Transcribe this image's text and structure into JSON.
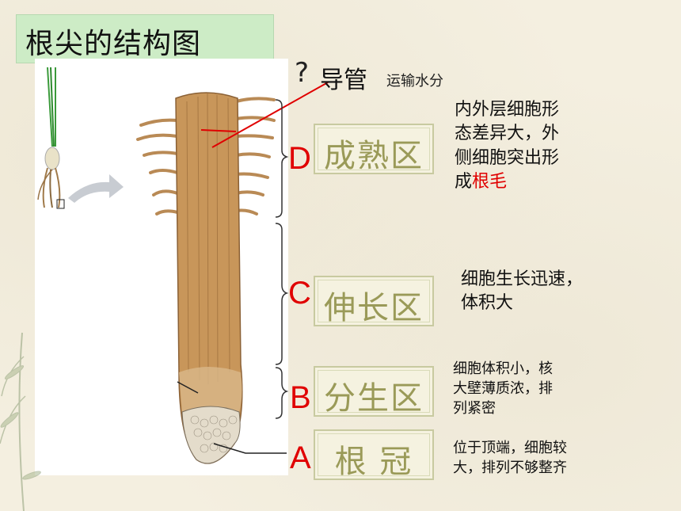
{
  "title": "根尖的结构图",
  "question_mark": "?",
  "vessel": {
    "label": "导管",
    "desc": "运输水分"
  },
  "zones": [
    {
      "letter": "D",
      "name": "成熟区",
      "desc_main": "内外层细胞形\n态差异大，外\n侧细胞突出形\n成",
      "desc_highlight": "根毛"
    },
    {
      "letter": "C",
      "name": "伸长区",
      "desc_main": "细胞生长迅速，\n体积大"
    },
    {
      "letter": "B",
      "name": "分生区",
      "desc_main": "细胞体积小，核\n大壁薄质浓，排\n列紧密"
    },
    {
      "letter": "A",
      "name": "根 冠",
      "desc_main": "位于顶端，细胞较\n大，排列不够整齐"
    }
  ],
  "colors": {
    "accent_red": "#e00000",
    "zone_text": "#9a9a58",
    "title_bg": "#cdecc6",
    "root_tan": "#c8965a"
  }
}
